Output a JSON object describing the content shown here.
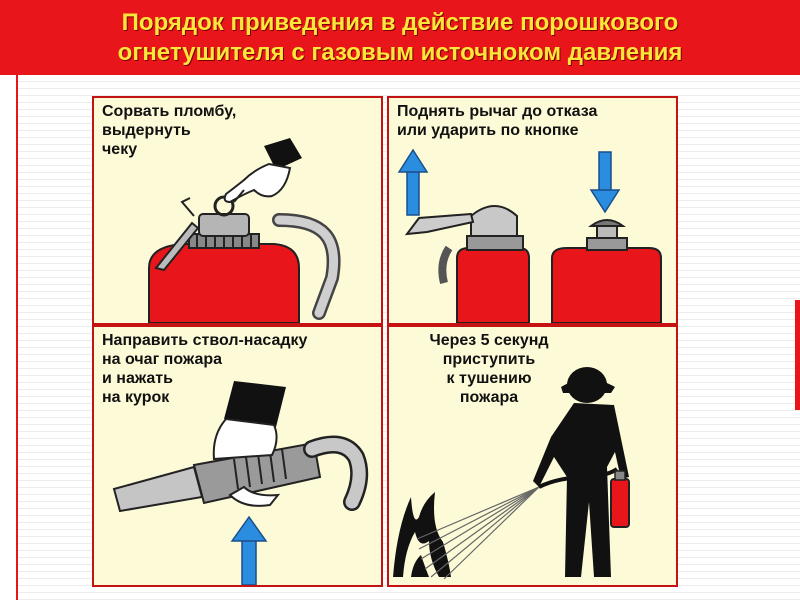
{
  "header": {
    "line1": "Порядок приведения в действие порошкового",
    "line2": "огнетушителя с газовым источноком давления"
  },
  "steps": [
    {
      "lines": [
        "Сорвать пломбу,",
        "выдернуть",
        "чеку"
      ]
    },
    {
      "lines": [
        "Поднять рычаг до отказа",
        "или ударить по кнопке"
      ]
    },
    {
      "lines": [
        "Направить ствол-насадку",
        "на очаг пожара",
        "и нажать",
        "на курок"
      ]
    },
    {
      "lines": [
        "Через 5 секунд",
        "приступить",
        "к тушению",
        "пожара"
      ]
    }
  ],
  "colors": {
    "header_bg": "#e8151b",
    "header_text": "#fde63a",
    "panel_bg": "#fdfad8",
    "extinguisher_red": "#e8151b",
    "arrow_blue": "#2a8de0"
  },
  "icons": [
    "hand-icon",
    "extinguisher-icon",
    "up-arrow-icon",
    "down-arrow-icon",
    "nozzle-icon",
    "firefighter-icon",
    "fire-icon"
  ]
}
